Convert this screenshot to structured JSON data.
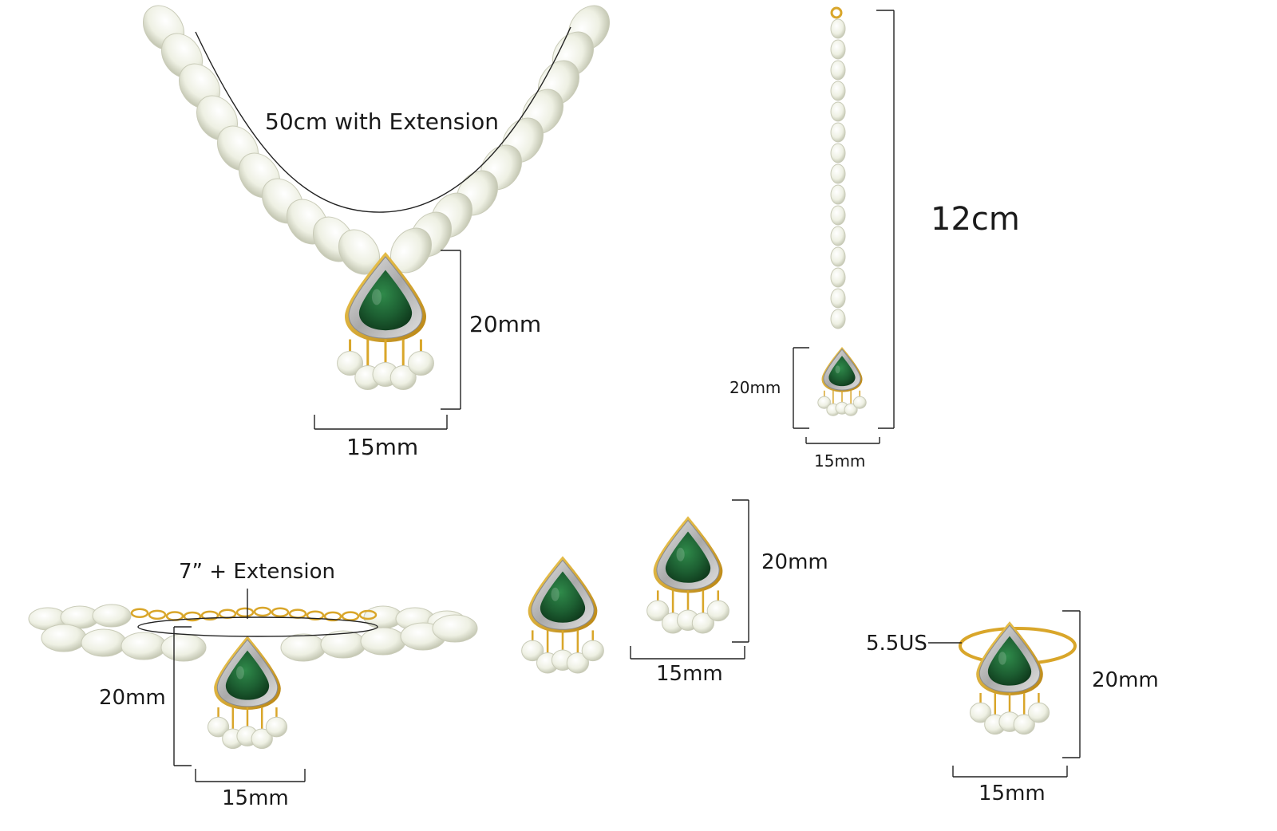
{
  "colors": {
    "pearl": "#f3f4ea",
    "pearl_shadow": "#c9cbb8",
    "emerald": "#1f6a36",
    "emerald_dark": "#0f3d1e",
    "gold": "#d9a62a",
    "silver": "#c8c8c8",
    "line": "#222222"
  },
  "necklace": {
    "length_label": "50cm with Extension",
    "pendant_height_label": "20mm",
    "pendant_width_label": "15mm"
  },
  "maang_tikka": {
    "length_label": "12cm",
    "pendant_height_label": "20mm",
    "pendant_width_label": "15mm"
  },
  "bracelet": {
    "length_label": "7” + Extension",
    "pendant_height_label": "20mm",
    "pendant_width_label": "15mm"
  },
  "earrings": {
    "height_label": "20mm",
    "width_label": "15mm"
  },
  "ring": {
    "size_label": "5.5US",
    "height_label": "20mm",
    "width_label": "15mm"
  }
}
